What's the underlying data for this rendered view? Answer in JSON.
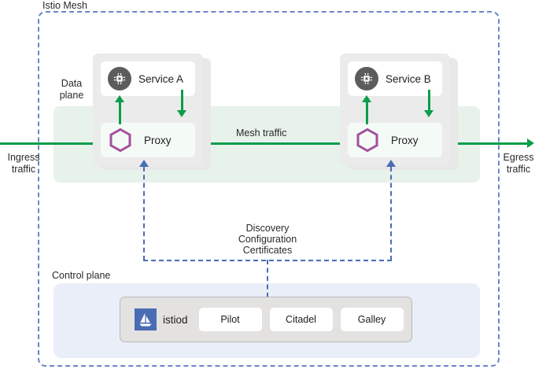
{
  "diagram": {
    "title": "Istio Mesh",
    "zones": {
      "data_plane_label": "Data\nplane",
      "data_plane_line1": "Data",
      "data_plane_line2": "plane",
      "control_plane_label": "Control plane"
    },
    "pods": [
      {
        "service_name": "Service A",
        "service_icon": "chip-icon",
        "proxy_name": "Proxy",
        "proxy_icon": "hexagon-icon"
      },
      {
        "service_name": "Service B",
        "service_icon": "chip-icon",
        "proxy_name": "Proxy",
        "proxy_icon": "hexagon-icon"
      }
    ],
    "traffic": {
      "ingress_line1": "Ingress",
      "ingress_line2": "traffic",
      "mesh_label": "Mesh traffic",
      "egress_line1": "Egress",
      "egress_line2": "traffic"
    },
    "control_connector": {
      "line1": "Discovery",
      "line2": "Configuration",
      "line3": "Certificates"
    },
    "control_plane": {
      "istiod_name": "istiod",
      "istiod_icon": "sailboat-icon",
      "components": [
        "Pilot",
        "Citadel",
        "Galley"
      ]
    },
    "colors": {
      "mesh_border": "#6b85c9",
      "data_plane_bg": "#e7f2ea",
      "control_plane_bg": "#eaeef8",
      "traffic_green": "#0a9d4a",
      "connector_blue": "#4a6bb5",
      "proxy_hex": "#a4509b",
      "istiod_blue": "#4a6cb3",
      "chip_gray": "#5c5c5c"
    }
  }
}
